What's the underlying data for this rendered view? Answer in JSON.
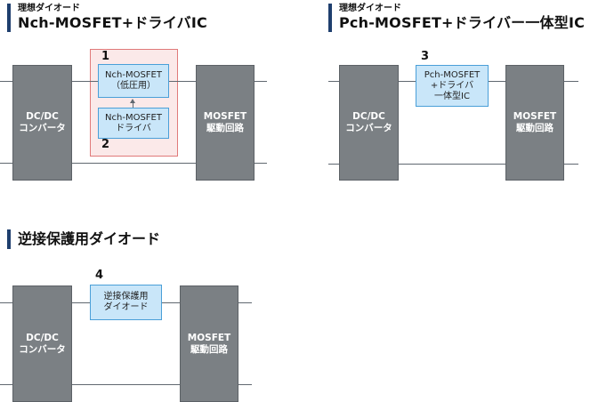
{
  "sections": [
    {
      "subtitle": "理想ダイオード",
      "title": "Nch-MOSFET+ドライバIC",
      "dcdc": [
        "DC/DC",
        "コンバータ"
      ],
      "mosfet": [
        "MOSFET",
        "駆動回路"
      ],
      "num1": "1",
      "num2": "2",
      "block1": [
        "Nch-MOSFET",
        "（低圧用）"
      ],
      "block2": [
        "Nch-MOSFET",
        "ドライバ"
      ]
    },
    {
      "subtitle": "理想ダイオード",
      "title": "Pch-MOSFET+ドライバー一体型IC",
      "dcdc": [
        "DC/DC",
        "コンバータ"
      ],
      "mosfet": [
        "MOSFET",
        "駆動回路"
      ],
      "num": "3",
      "block": [
        "Pch-MOSFET",
        "+ドライバ",
        "一体型IC"
      ]
    },
    {
      "title": "逆接保護用ダイオード",
      "dcdc": [
        "DC/DC",
        "コンバータ"
      ],
      "mosfet": [
        "MOSFET",
        "駆動回路"
      ],
      "num": "4",
      "block": [
        "逆接保護用",
        "ダイオード"
      ]
    }
  ],
  "colors": {
    "gray_block": "#7b8084",
    "blue_block": "#c9e6f9",
    "blue_border": "#4a9fd8",
    "highlight_fill": "#fbe9e9",
    "highlight_border": "#e07a7a",
    "heading_bar": "#1f3f6e"
  }
}
